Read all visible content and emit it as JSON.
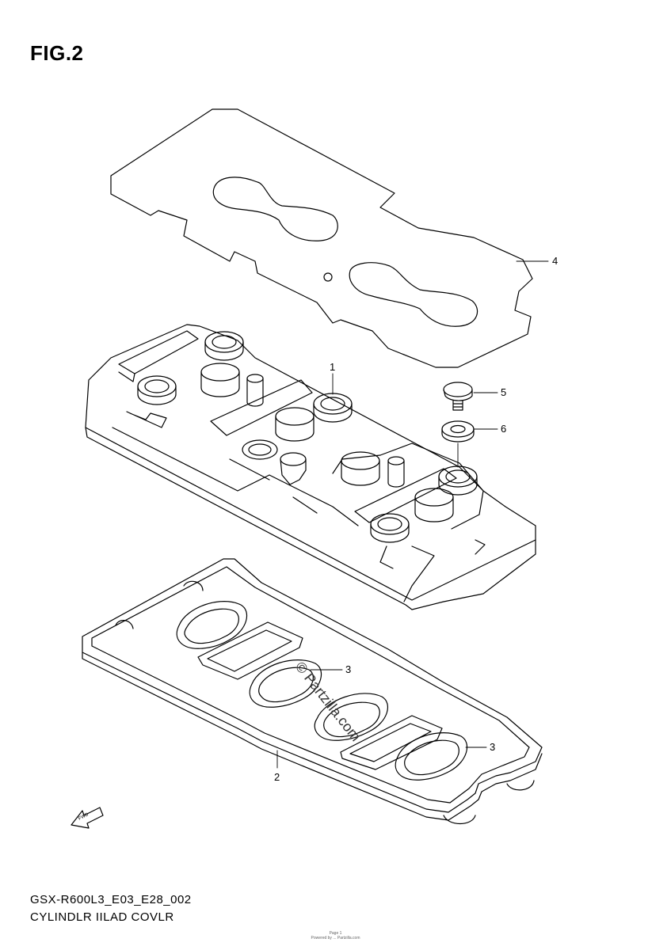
{
  "figure": {
    "title": "FIG.2",
    "code": "GSX-R600L3_E03_E28_002",
    "caption": "CYLINDLR IILAD COVLR"
  },
  "callouts": [
    {
      "id": "1",
      "part": "cylinder-head-cover"
    },
    {
      "id": "2",
      "part": "cover-gasket"
    },
    {
      "id": "3a",
      "label": "3",
      "part": "plug-hole-gasket"
    },
    {
      "id": "3b",
      "label": "3",
      "part": "plug-hole-gasket"
    },
    {
      "id": "4",
      "part": "cover-plate-gasket"
    },
    {
      "id": "5",
      "part": "bolt"
    },
    {
      "id": "6",
      "part": "washer"
    }
  ],
  "labels": {
    "c1": "1",
    "c2": "2",
    "c3a": "3",
    "c3b": "3",
    "c4": "4",
    "c5": "5",
    "c6": "6"
  },
  "watermark": "© Partzilla.com",
  "direction_arrow": "FWD",
  "fine_print": {
    "line1": "Page 1",
    "line2": "Powered by ... Partzilla.com"
  }
}
